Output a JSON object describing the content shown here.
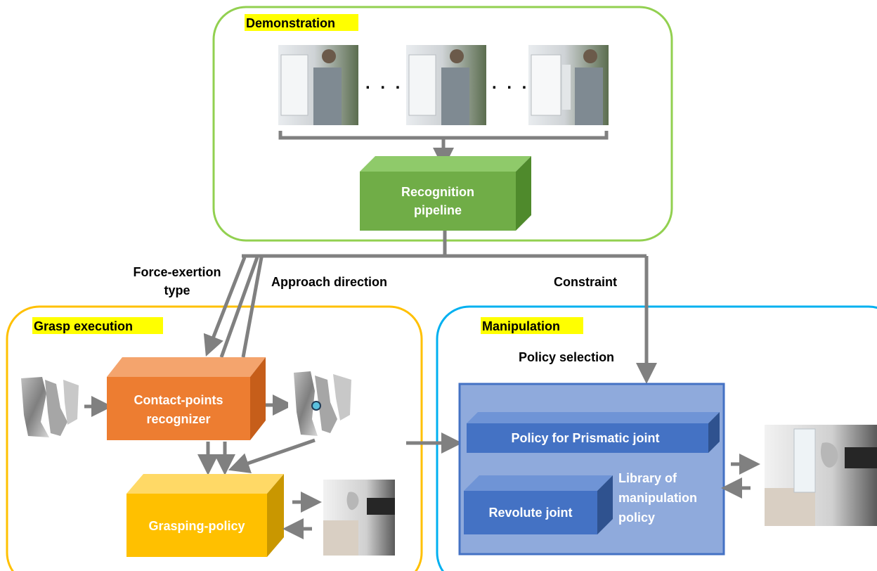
{
  "sections": {
    "demonstration": "Demonstration",
    "grasp_execution": "Grasp execution",
    "manipulation": "Manipulation"
  },
  "boxes": {
    "recognition_line1": "Recognition",
    "recognition_line2": "pipeline",
    "contact_line1": "Contact-points",
    "contact_line2": "recognizer",
    "grasping_policy": "Grasping-policy",
    "prismatic": "Policy for Prismatic joint",
    "revolute": "Revolute joint",
    "library_line1": "Library of",
    "library_line2": "manipulation",
    "library_line3": "policy"
  },
  "edges": {
    "force_line1": "Force-exertion",
    "force_line2": "type",
    "approach": "Approach direction",
    "constraint": "Constraint",
    "policy_selection": "Policy selection"
  },
  "ellipsis": ". . .",
  "colors": {
    "demo_border": "#92d050",
    "grasp_border": "#ffc000",
    "manip_border": "#00b0f0",
    "highlight": "#ffff00",
    "green_box": "#70ad47",
    "orange_box": "#ed7d31",
    "yellow_box": "#ffc000",
    "blue_panel": "#8faadc",
    "blue_box": "#4472c4",
    "arrow": "#808080"
  }
}
